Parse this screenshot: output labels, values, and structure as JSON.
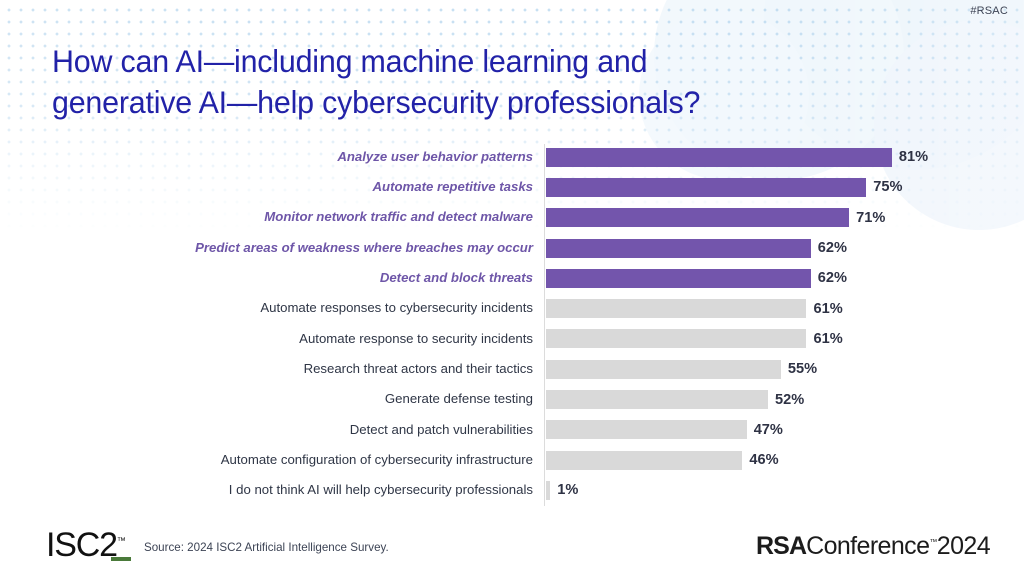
{
  "slide": {
    "hashtag": "#RSAC",
    "title": "How can AI—including machine learning and\ngenerative AI—help cybersecurity professionals?",
    "title_color": "#2222a8",
    "background": {
      "dot_color": "#bcd9ef",
      "circle_color": "#eaf3fa"
    }
  },
  "footer": {
    "isc2_logo_text": "ISC2",
    "isc2_trademark": "™",
    "isc2_accent_color": "#4a7a3a",
    "source": "Source: 2024 ISC2 Artificial Intelligence Survey.",
    "rsa_bold": "RSA",
    "rsa_light": "Conference",
    "rsa_trademark": "™",
    "rsa_year": "2024"
  },
  "chart_data": {
    "type": "bar",
    "orientation": "horizontal",
    "title": "How can AI—including machine learning and generative AI—help cybersecurity professionals?",
    "xlabel": "",
    "ylabel": "",
    "xlim": [
      0,
      100
    ],
    "value_suffix": "%",
    "grid": false,
    "legend": "none",
    "highlight_color": "#7355ac",
    "base_color": "#d9d9d9",
    "categories": [
      "Analyze user behavior patterns",
      "Automate repetitive tasks",
      "Monitor network traffic and detect malware",
      "Predict areas of weakness where breaches may occur",
      "Detect and block threats",
      "Automate responses to cybersecurity incidents",
      "Automate response to security incidents",
      "Research threat actors and their tactics",
      "Generate defense testing",
      "Detect and patch vulnerabilities",
      "Automate configuration of cybersecurity infrastructure",
      "I do not think AI will help cybersecurity professionals"
    ],
    "values": [
      81,
      75,
      71,
      62,
      62,
      61,
      61,
      55,
      52,
      47,
      46,
      1
    ],
    "value_labels": [
      "81%",
      "75%",
      "71%",
      "62%",
      "62%",
      "61%",
      "61%",
      "55%",
      "52%",
      "47%",
      "46%",
      "1%"
    ],
    "highlighted": [
      true,
      true,
      true,
      true,
      true,
      false,
      false,
      false,
      false,
      false,
      false,
      false
    ]
  }
}
